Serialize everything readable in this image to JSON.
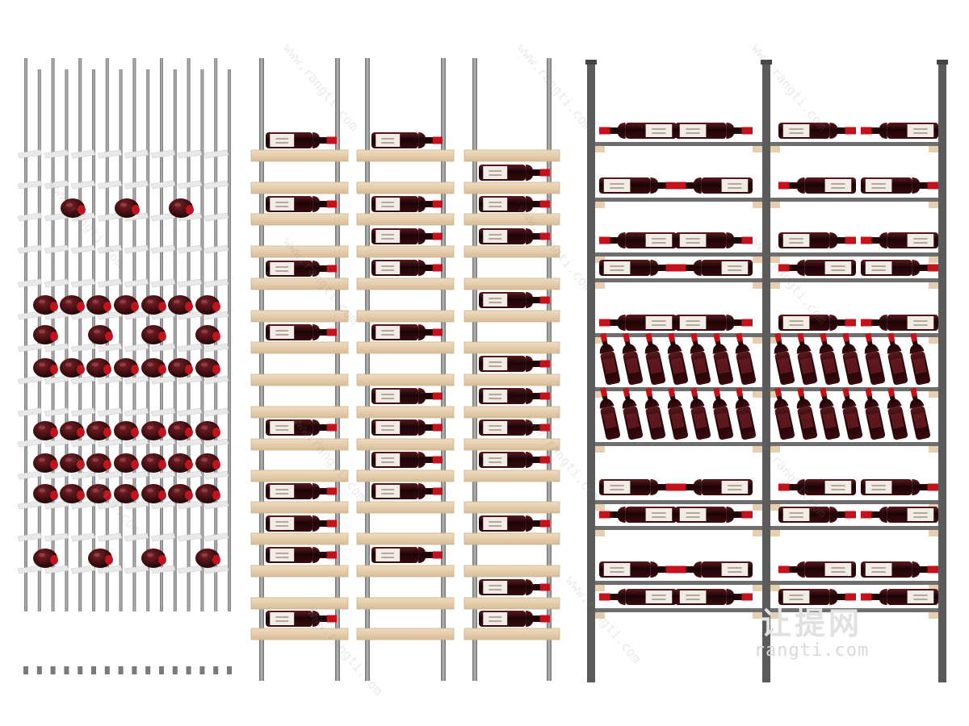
{
  "image": {
    "background": "#ffffff",
    "subjects": [
      "rod-wine-rack",
      "ladder-wine-rack",
      "metal-shelf-wine-rack"
    ],
    "colors": {
      "wood": "#e6cfb0",
      "wood_edge": "#cdb38f",
      "rod": "#8b8b8b",
      "dark_metal": "#5a5a5a",
      "bottle_glass": "#3a0a0e",
      "bottle_red": "#c4121c",
      "label": "#f1ede6",
      "acrylic_pin": "#e9e9e9"
    }
  },
  "watermark": {
    "brand_cn": "让提网",
    "url": "rangti.com",
    "tiled_url": "www.rangti.com"
  }
}
